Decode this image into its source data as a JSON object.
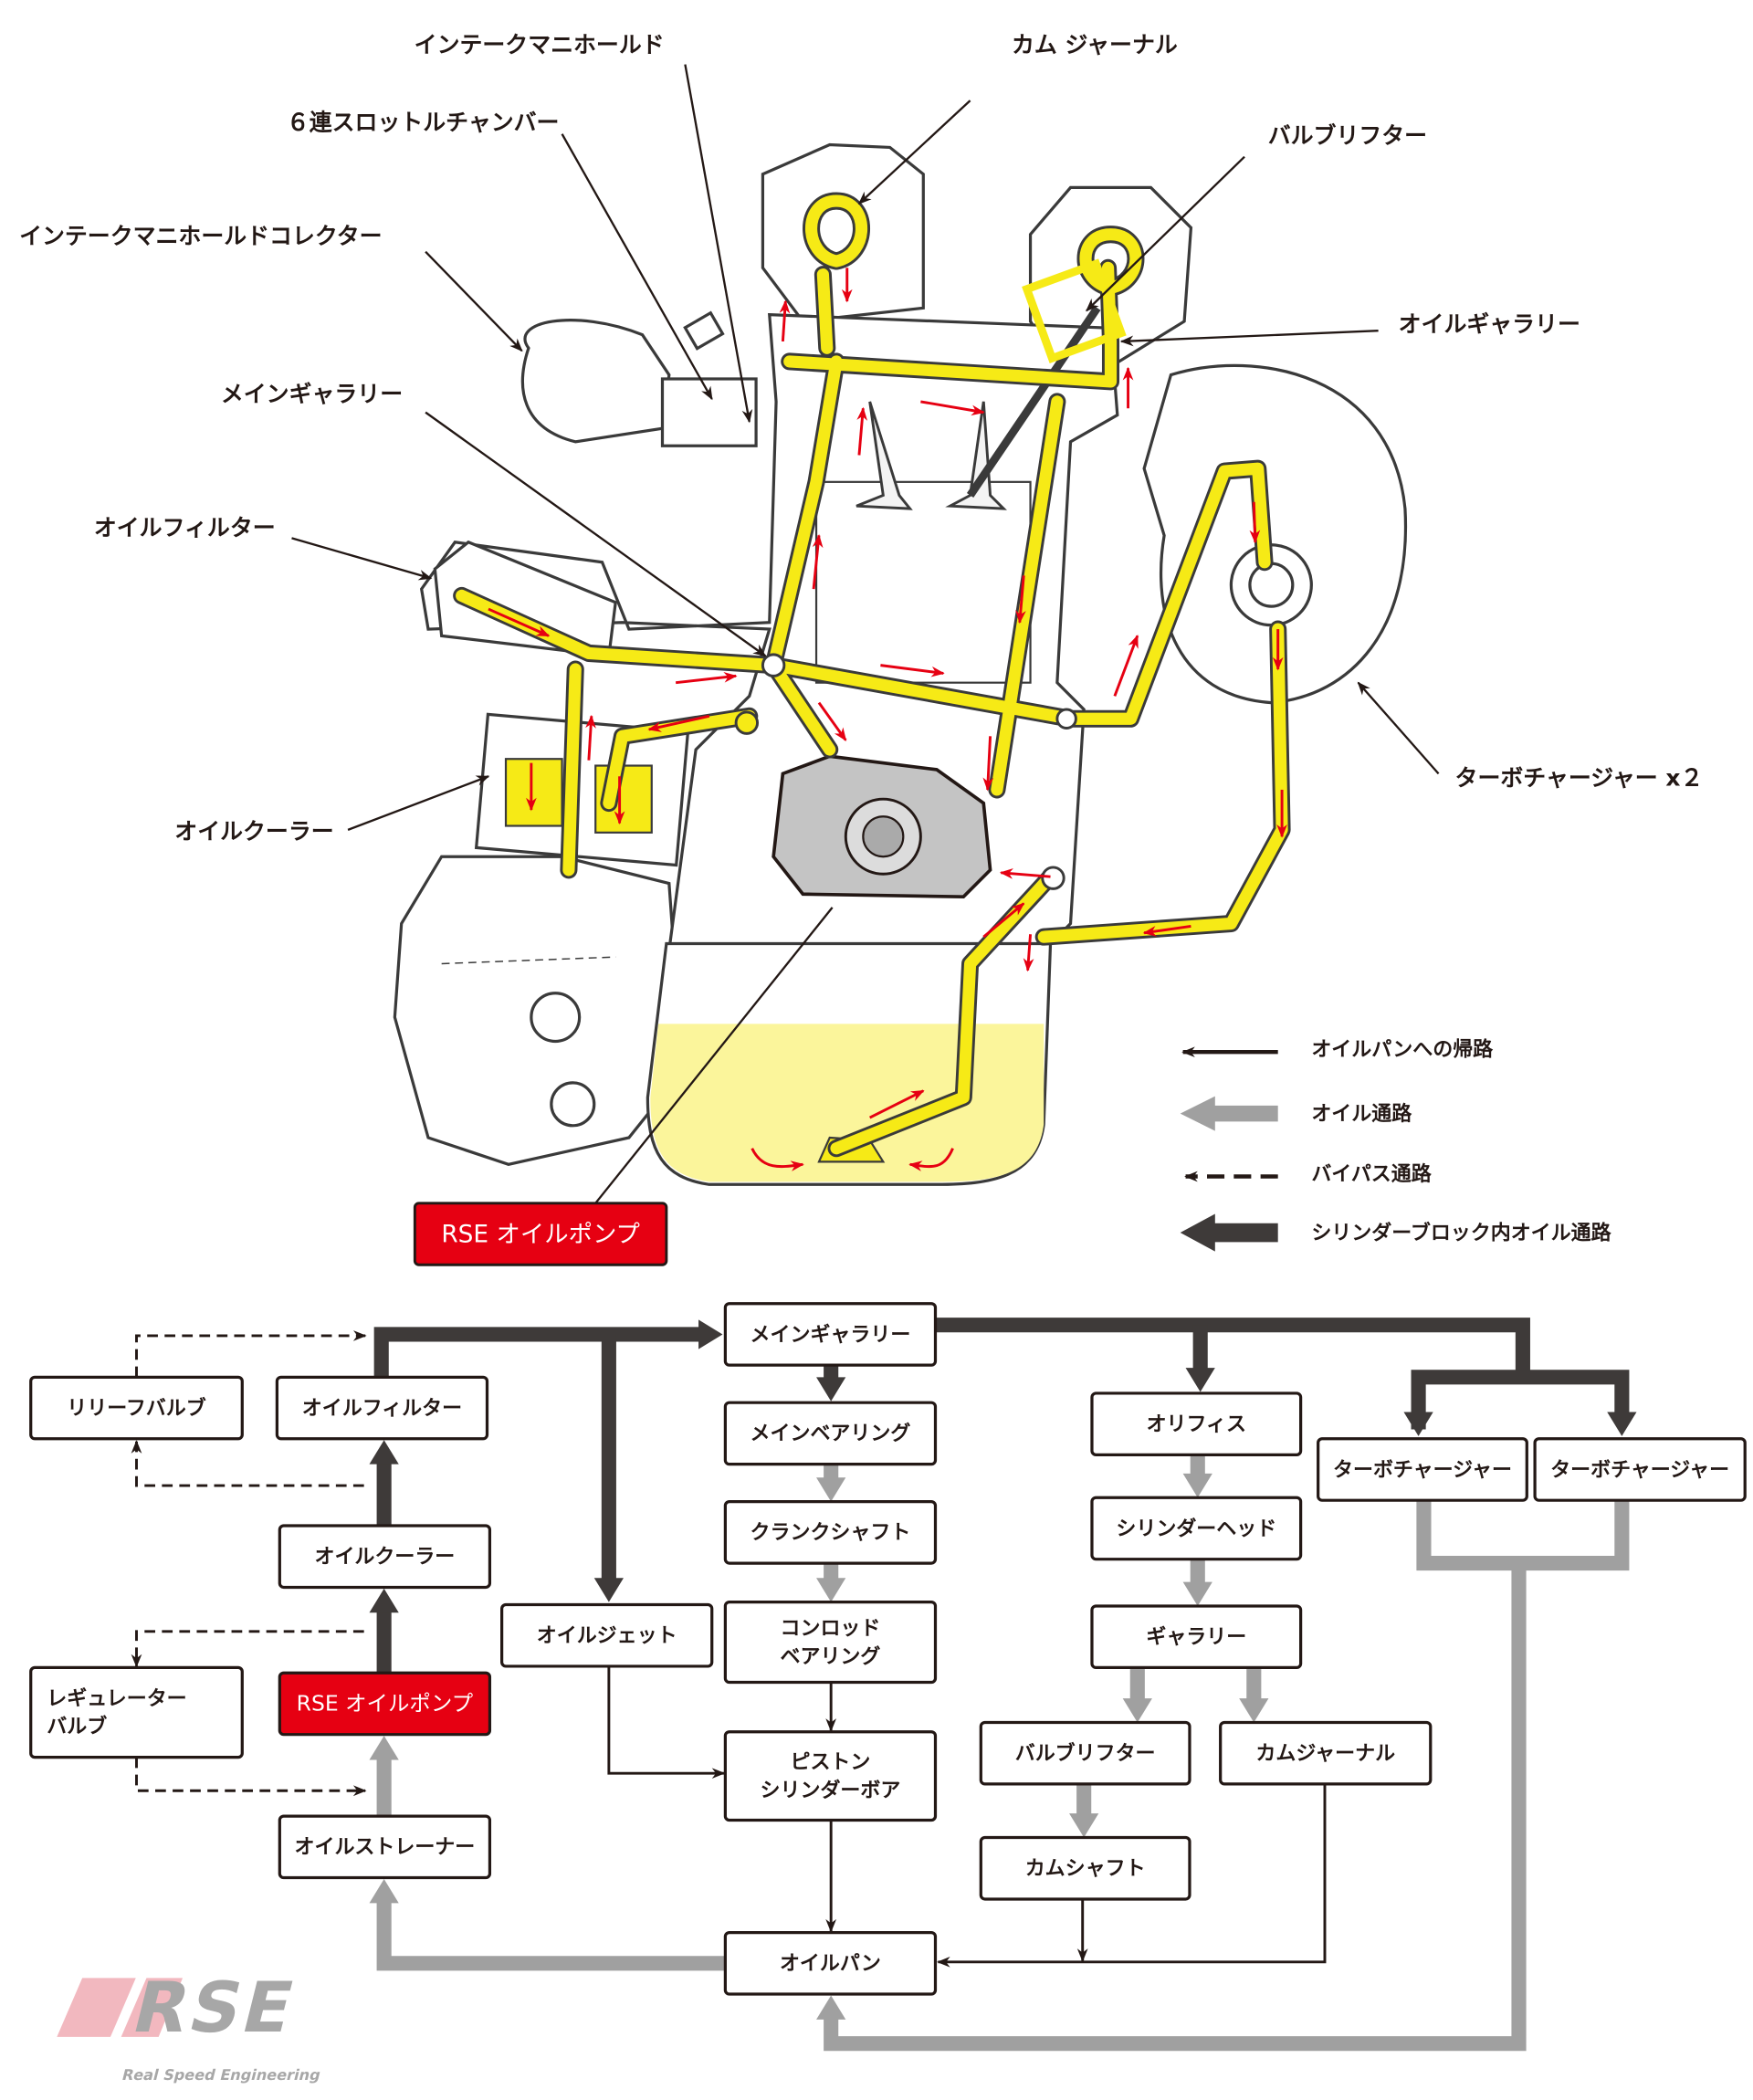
{
  "colors": {
    "oil_yellow": "#f6ea16",
    "arrow_red": "#e60012",
    "pump_red": "#e60012",
    "dark_path": "#3e3a39",
    "gray_path": "#a0a0a0",
    "oil_pan_fill": "#fbf59b"
  },
  "labels": {
    "intake_manifold": "インテークマニホールド",
    "cam_journal": "カム ジャーナル",
    "throttle": "６連スロットルチャンバー",
    "valve_lifter": "バルブリフター",
    "collector": "インテークマニホールドコレクター",
    "oil_gallery": "オイルギャラリー",
    "main_gallery": "メインギャラリー",
    "oil_filter": "オイルフィルター",
    "turbo": "ターボチャージャー x２",
    "oil_cooler": "オイルクーラー",
    "oil_pump": "RSE オイルポンプ"
  },
  "legend": [
    {
      "label": "オイルパンへの帰路",
      "style": "thin-black"
    },
    {
      "label": "オイル通路",
      "style": "thick-gray"
    },
    {
      "label": "バイパス通路",
      "style": "dashed-black"
    },
    {
      "label": "シリンダーブロック内オイル通路",
      "style": "thick-dark"
    }
  ],
  "flow": {
    "boxes": [
      {
        "id": "main_gallery",
        "lines": [
          "メインギャラリー"
        ]
      },
      {
        "id": "main_bearing",
        "lines": [
          "メインベアリング"
        ]
      },
      {
        "id": "crankshaft",
        "lines": [
          "クランクシャフト"
        ]
      },
      {
        "id": "conrod",
        "lines": [
          "コンロッド",
          "ベアリング"
        ]
      },
      {
        "id": "piston",
        "lines": [
          "ピストン",
          "シリンダーボア"
        ]
      },
      {
        "id": "oil_pan",
        "lines": [
          "オイルパン"
        ]
      },
      {
        "id": "relief",
        "lines": [
          "リリーフバルブ"
        ]
      },
      {
        "id": "filter",
        "lines": [
          "オイルフィルター"
        ]
      },
      {
        "id": "cooler",
        "lines": [
          "オイルクーラー"
        ]
      },
      {
        "id": "regulator",
        "lines": [
          "レギュレーター",
          "バルブ"
        ]
      },
      {
        "id": "pump",
        "lines": [
          "RSE オイルポンプ"
        ],
        "highlight": true
      },
      {
        "id": "strainer",
        "lines": [
          "オイルストレーナー"
        ]
      },
      {
        "id": "oil_jet",
        "lines": [
          "オイルジェット"
        ]
      },
      {
        "id": "orifice",
        "lines": [
          "オリフィス"
        ]
      },
      {
        "id": "cyl_head",
        "lines": [
          "シリンダーヘッド"
        ]
      },
      {
        "id": "gallery",
        "lines": [
          "ギャラリー"
        ]
      },
      {
        "id": "lifter",
        "lines": [
          "バルブリフター"
        ]
      },
      {
        "id": "cam_journal",
        "lines": [
          "カムジャーナル"
        ]
      },
      {
        "id": "camshaft",
        "lines": [
          "カムシャフト"
        ]
      },
      {
        "id": "turbo1",
        "lines": [
          "ターボチャージャー"
        ]
      },
      {
        "id": "turbo2",
        "lines": [
          "ターボチャージャー"
        ]
      }
    ]
  },
  "logo": {
    "mark": "RSE",
    "tagline": "Real Speed Engineering"
  }
}
